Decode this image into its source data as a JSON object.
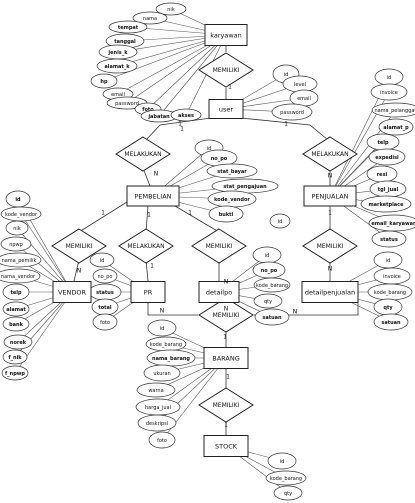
{
  "entities": {
    "karyawan": "karyawan",
    "user": "user",
    "pembelian": "PEMBELIAN",
    "penjualan": "PENJUALAN",
    "vendor": "VENDOR",
    "pr": "PR",
    "detailpo": "detailpo",
    "detailpenjualan": "detailpenjualan",
    "barang": "BARANG",
    "stock": "STOCK"
  },
  "relationships": {
    "memiliki_karyawan_user": "MEMILIKI",
    "melakukan_pembelian": "MELAKUKAN",
    "melakukan_penjualan": "MELAKUKAN",
    "memiliki_vendor": "MEMILIKI",
    "melakukan_pr": "MELAKUKAN",
    "memiliki_detailpo": "MEMILIKI",
    "memiliki_detailpenjualan": "MEMILIKI",
    "memiliki_barang": "MEMILIKI",
    "memiliki_stock": "MEMILIKI"
  },
  "attributes": {
    "karyawan": [
      "nik",
      "nama",
      "tempat",
      "tanggal",
      "jenis_k",
      "alamat_k",
      "hp",
      "email",
      "password",
      "foto",
      "jabatan",
      "akses"
    ],
    "user": [
      "id",
      "level",
      "email",
      "password"
    ],
    "pembelian": [
      "id",
      "no_po",
      "stat_bayar",
      "stat_pengajuan",
      "kode_vendor",
      "bukti"
    ],
    "penjualan": [
      "id",
      "invoice",
      "nama_pelanggan",
      "alamat_p",
      "telp",
      "expedisi",
      "resi",
      "tgl_jual",
      "marketplace",
      "email_karyawan",
      "status"
    ],
    "vendor": [
      "id",
      "kode_vendor",
      "nik",
      "npwp",
      "nama_pemilik",
      "nama_vendor",
      "telp",
      "alamat",
      "bank",
      "norek",
      "f_nik",
      "f_npwp"
    ],
    "pr": [
      "id",
      "no_po",
      "status",
      "total",
      "foto"
    ],
    "detailpo": [
      "id",
      "no_po",
      "kode_barang",
      "qty",
      "satuan"
    ],
    "detailpenjualan": [
      "id",
      "invoice",
      "kode_barang",
      "qty",
      "satuan"
    ],
    "barang": [
      "id",
      "kode_barang",
      "nama_barang",
      "ukuran",
      "warna",
      "harga_jual",
      "deskripsi",
      "foto"
    ],
    "stock": [
      "id",
      "kode_barang",
      "qty"
    ],
    "floating": "id"
  },
  "cardinalities": {
    "karyawan_user_top": "1",
    "karyawan_user_bottom": "1",
    "user_pembelian": "1",
    "user_penjualan": "1",
    "pembelian_side": "N",
    "penjualan_side": "N",
    "pembelian_vendor": "1",
    "vendor_side": "N",
    "pembelian_pr": "1",
    "pr_side": "1",
    "pembelian_detailpo": "1",
    "detailpo_side": "N",
    "penjualan_detailpenjualan": "1",
    "detailpenjualan_side": "N",
    "pr_barang": "N",
    "detailpo_barang": "N",
    "detailpenjualan_barang": "N",
    "barang_side": "1",
    "barang_stock": "1",
    "stock_side": "1"
  }
}
